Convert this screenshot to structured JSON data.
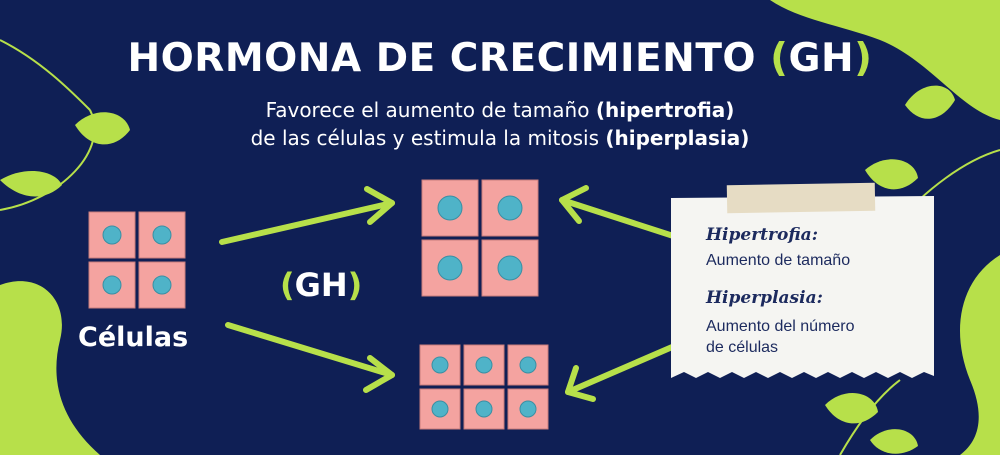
{
  "title": {
    "main": "HORMONA DE CRECIMIENTO",
    "paren_open": "(",
    "abbr": "GH",
    "paren_close": ")"
  },
  "subtitle": {
    "line1_text": "Favorece el aumento de tamaño ",
    "line1_bold": "(hipertrofia)",
    "line2_text": "de las células y estimula la mitosis ",
    "line2_bold": "(hiperplasia)"
  },
  "labels": {
    "cells": "Células",
    "gh_open": "(",
    "gh": "GH",
    "gh_close": ")"
  },
  "note": {
    "hypertrophy_title": "Hipertrofia:",
    "hypertrophy_text": "Aumento de tamaño",
    "hyperplasia_title": "Hiperplasia:",
    "hyperplasia_text_1": "Aumento del número",
    "hyperplasia_text_2": "de células"
  },
  "colors": {
    "background": "#0f1f55",
    "accent_green": "#b7e04a",
    "cell_pink": "#f4a3a0",
    "nucleus_blue": "#4fb3c8",
    "paper": "#f5f5f2",
    "tape": "#e6dcc4"
  },
  "icons": [
    "leaf-icon",
    "arrow-icon"
  ]
}
